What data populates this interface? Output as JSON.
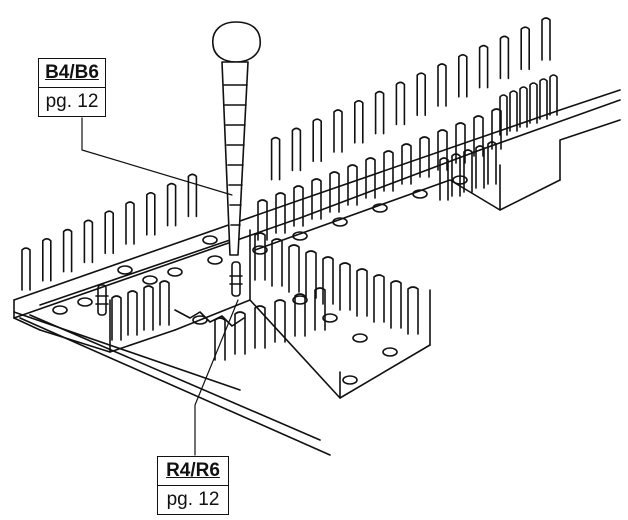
{
  "callouts": {
    "top": {
      "code": "B4/B6",
      "page": "pg. 12"
    },
    "bottom": {
      "code": "R4/R6",
      "page": "pg. 12"
    }
  },
  "illustration": {
    "subject": "wiring-duct-with-rivets",
    "line_color": "#111111",
    "background": "#ffffff"
  }
}
